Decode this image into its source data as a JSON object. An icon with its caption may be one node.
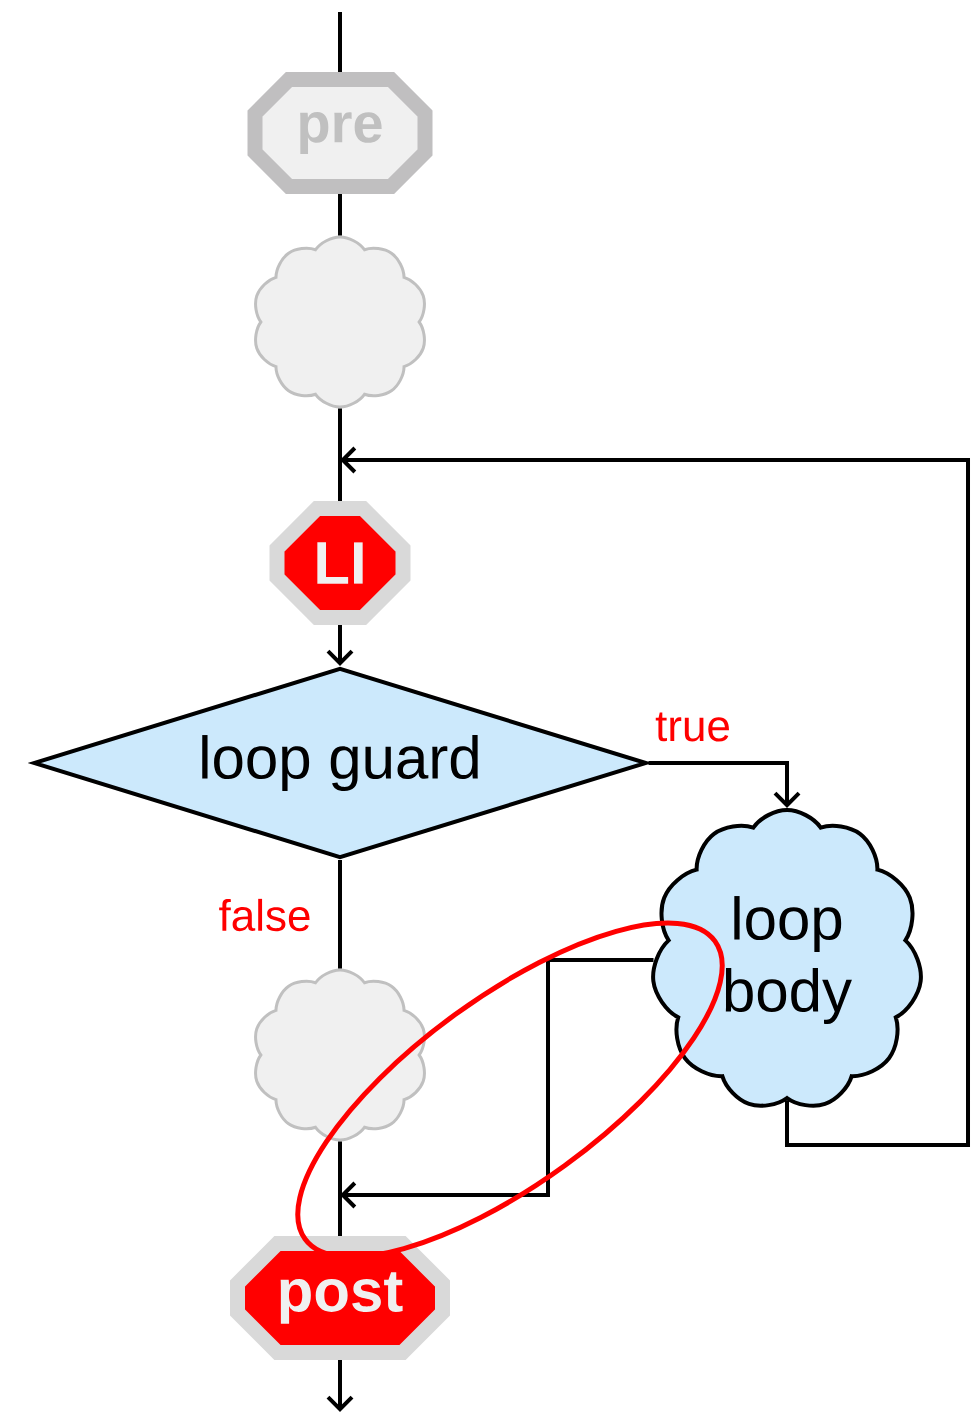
{
  "diagram": {
    "nodes": [
      {
        "text": [
          "pre"
        ]
      },
      {
        "text": [],
        "shape": "cloud"
      },
      {
        "text": [
          "LI"
        ]
      },
      {
        "text": [
          "loop guard"
        ]
      },
      {
        "text": [
          "loop body"
        ]
      },
      {
        "text": [],
        "shape": "cloud"
      },
      {
        "text": [
          "post"
        ]
      }
    ],
    "edges": [
      {
        "from": null,
        "to": 0,
        "arrow": "none"
      },
      {
        "from": 0,
        "to": 1,
        "arrow": "none"
      },
      {
        "from": 1,
        "to": 2,
        "arrow": "none"
      },
      {
        "from": 2,
        "to": 3,
        "arrow": "to"
      },
      {
        "from": 3,
        "to": 4,
        "arrow": "to",
        "label": "true"
      },
      {
        "from": 3,
        "to": 5,
        "arrow": "none",
        "label": "false"
      },
      {
        "from": 4,
        "to": 2,
        "arrow": "to"
      },
      {
        "from": 4,
        "to": 6,
        "arrow": "to"
      },
      {
        "from": 5,
        "to": 6,
        "arrow": "none"
      },
      {
        "from": 6,
        "to": null,
        "arrow": "to"
      }
    ]
  }
}
